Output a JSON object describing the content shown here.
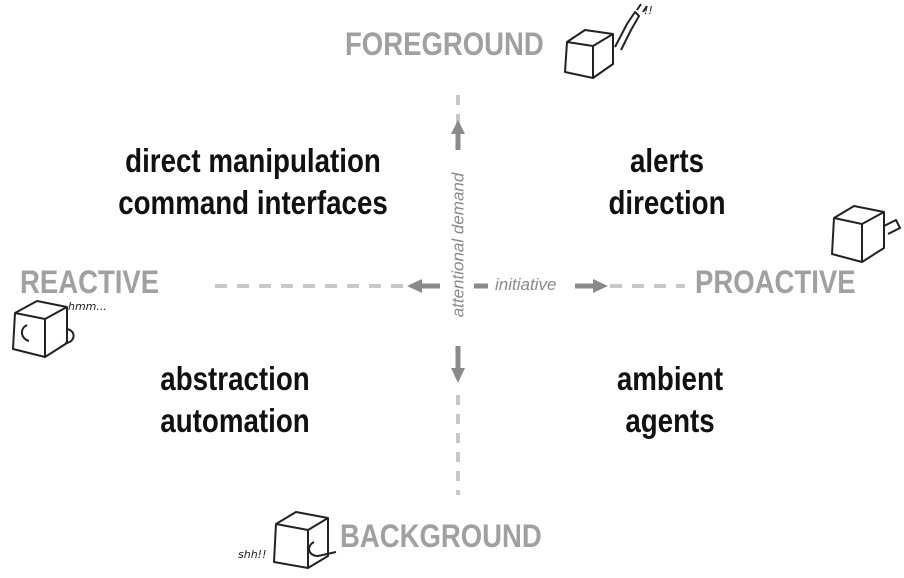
{
  "axes": {
    "top": "FOREGROUND",
    "bottom": "BACKGROUND",
    "left": "REACTIVE",
    "right": "PROACTIVE",
    "vertical_axis_label": "attentional demand",
    "horizontal_axis_label": "initiative"
  },
  "quadrants": {
    "top_left": [
      "direct manipulation",
      "command interfaces"
    ],
    "top_right": [
      "alerts",
      "direction"
    ],
    "bottom_left": [
      "abstraction",
      "automation"
    ],
    "bottom_right": [
      "ambient",
      "agents"
    ]
  },
  "doodles": {
    "reactive_note": "hmm...",
    "background_note": "shh!!",
    "foreground_note": "!!"
  },
  "colors": {
    "axis_label": "#a0a0a0",
    "quadrant_text": "#111111",
    "line": "#c8c8c8",
    "arrow": "#8a8a8a"
  }
}
